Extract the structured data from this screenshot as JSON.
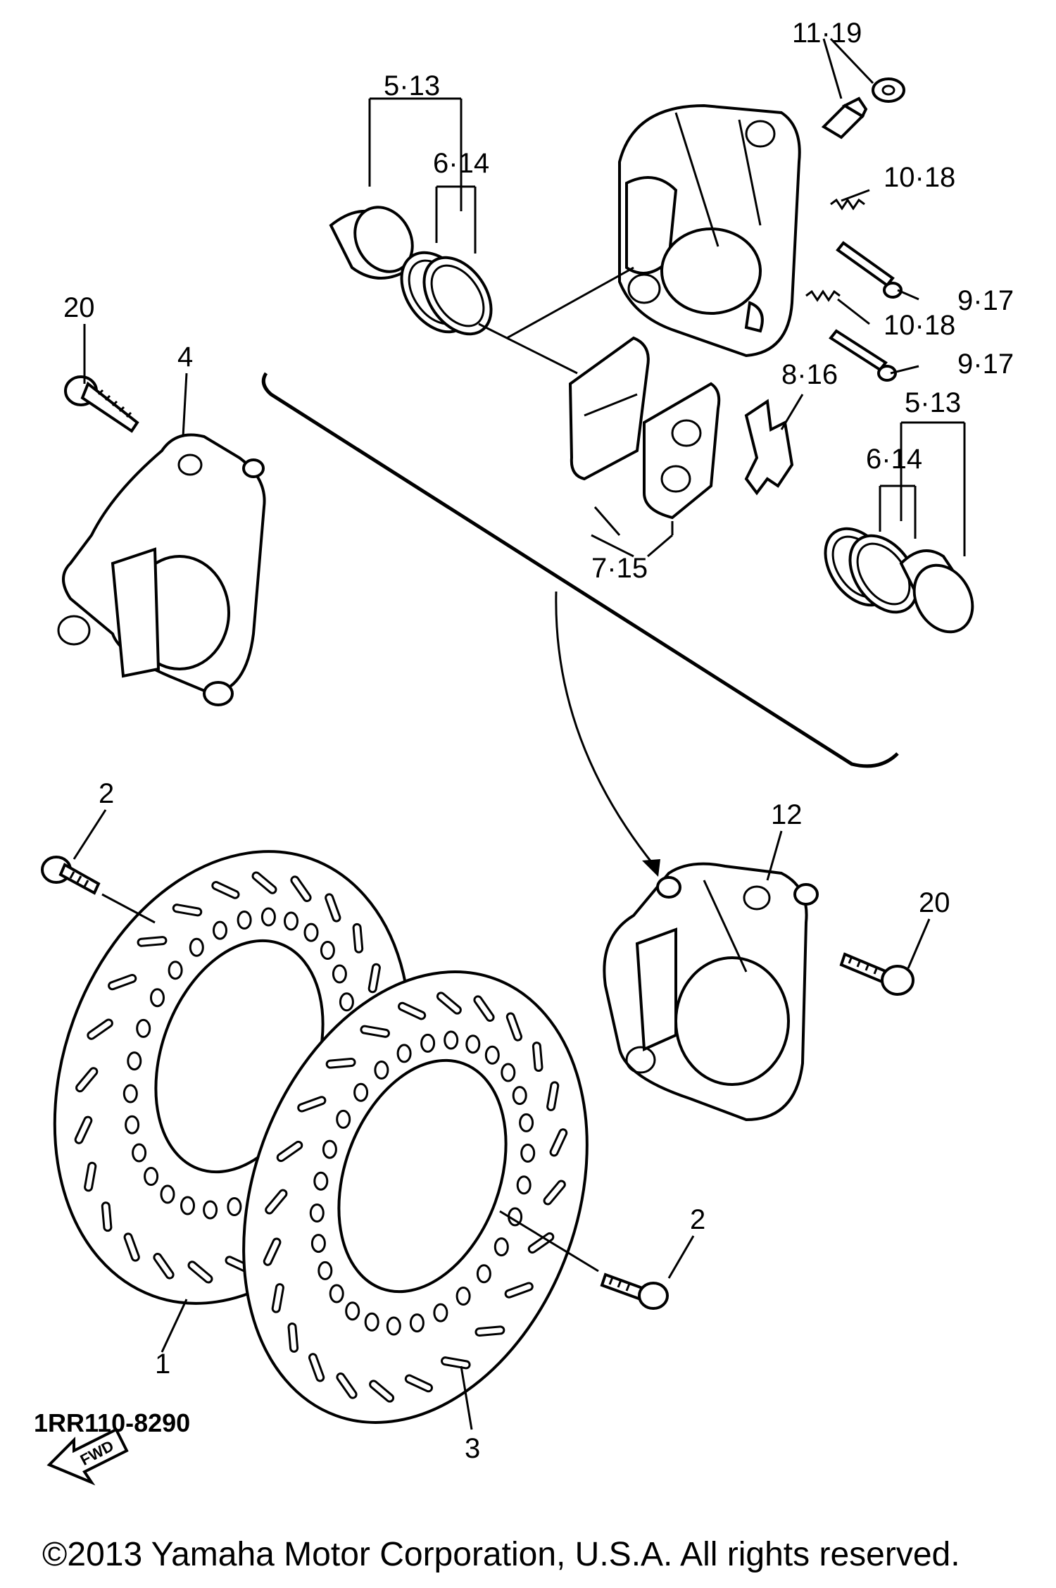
{
  "diagram": {
    "labels": {
      "l_11_19": "11·19",
      "l_5_13_top": "5·13",
      "l_6_14_top": "6·14",
      "l_10_18_top": "10·18",
      "l_9_17_top": "9·17",
      "l_10_18_mid": "10·18",
      "l_9_17_mid": "9·17",
      "l_8_16": "8·16",
      "l_5_13_right": "5·13",
      "l_6_14_right": "6·14",
      "l_7_15": "7·15",
      "l_20_left": "20",
      "l_4": "4",
      "l_2_left": "2",
      "l_12": "12",
      "l_20_right": "20",
      "l_2_right": "2",
      "l_1": "1",
      "l_3": "3"
    },
    "fwd_label": "FWD",
    "part_code": "1RR110-8290",
    "copyright": "©2013 Yamaha Motor Corporation, U.S.A. All rights reserved."
  },
  "colors": {
    "ink": "#000000",
    "background": "#ffffff"
  }
}
